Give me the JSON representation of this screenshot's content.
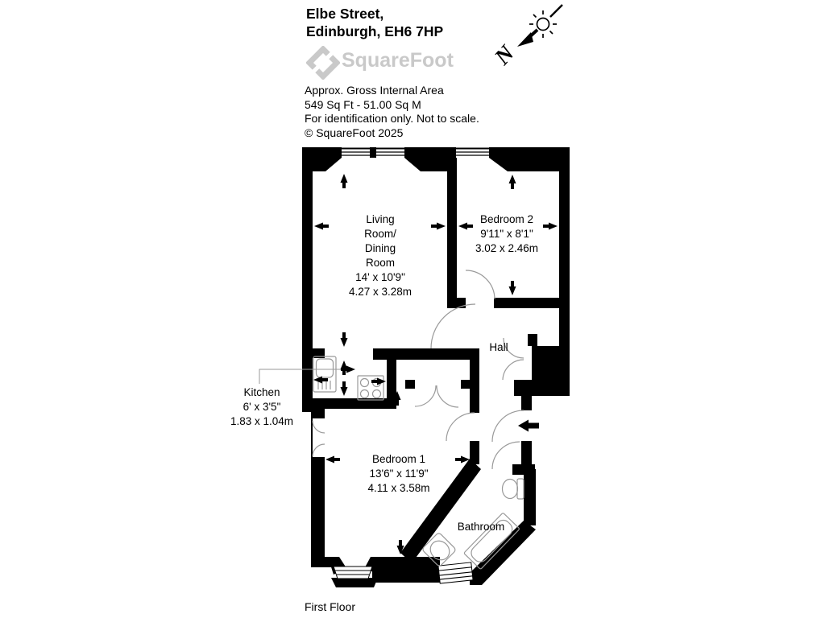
{
  "header": {
    "address_line1": "Elbe Street,",
    "address_line2": "Edinburgh, EH6 7HP",
    "logo_text": "SquareFoot",
    "area_title": "Approx. Gross Internal Area",
    "area_values": "549 Sq Ft  -  51.00 Sq M",
    "disclaimer": "For identification only. Not to scale.",
    "copyright": "© SquareFoot 2025",
    "compass_label": "N"
  },
  "rooms": {
    "living_room": {
      "label": "Living\nRoom/\nDining\nRoom\n14' x 10'9\"\n4.27 x 3.28m"
    },
    "bedroom2": {
      "label": "Bedroom 2\n9'11\" x 8'1\"\n3.02 x 2.46m"
    },
    "hall": {
      "label": "Hall"
    },
    "kitchen": {
      "label": "Kitchen\n6' x 3'5\"\n1.83 x 1.04m"
    },
    "bedroom1": {
      "label": "Bedroom 1\n13'6\" x 11'9\"\n4.11 x 3.58m"
    },
    "bathroom": {
      "label": "Bathroom"
    }
  },
  "footer": {
    "floor_label": "First Floor"
  },
  "colors": {
    "wall": "#000000",
    "logo_gray": "#c9c9c9",
    "door_arc": "#9a9a9a"
  }
}
